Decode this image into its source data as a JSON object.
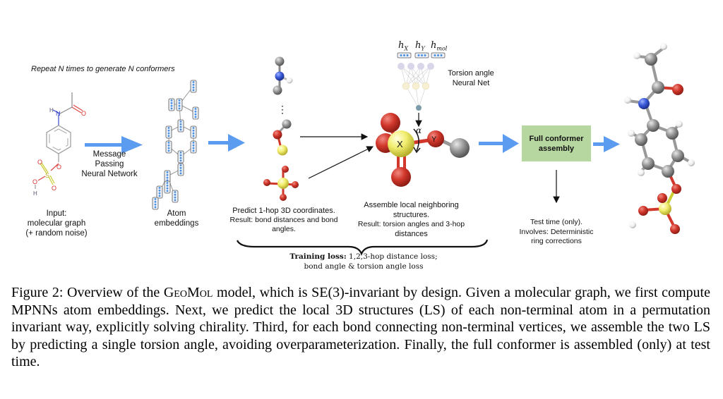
{
  "figure": {
    "repeat_note": "Repeat N times to generate N conformers",
    "input": {
      "line1": "Input:",
      "line2": "molecular graph",
      "line3": "(+ random noise)",
      "atom_labels": {
        "N": "N",
        "H_top": "H",
        "O_carbonyl": "O",
        "O_link": "O",
        "S": "S",
        "O_s1": "O",
        "O_s2": "O",
        "O_h": "O",
        "H_bottom": "H"
      }
    },
    "mpnn": {
      "line1": "Message",
      "line2": "Passing",
      "line3": "Neural Network"
    },
    "embeddings": {
      "line1": "Atom",
      "line2": "embeddings"
    },
    "predict": {
      "line1": "Predict 1-hop 3D coordinates.",
      "line2": "Result: bond distances and bond",
      "line3": "angles.",
      "ellipsis": "⋮"
    },
    "torsion_net": {
      "inputs": [
        {
          "symbol": "h",
          "sub": "X"
        },
        {
          "symbol": "h",
          "sub": "Y"
        },
        {
          "symbol": "h",
          "sub": "mol"
        }
      ],
      "label_line1": "Torsion angle",
      "label_line2": "Neural Net",
      "alpha": "α"
    },
    "assemble": {
      "atom_x": "X",
      "atom_y": "Y",
      "line1": "Assemble local neighboring",
      "line2": "structures.",
      "line3": "Result: torsion angles and 3-hop",
      "line4": "distances"
    },
    "full_assembly": {
      "box_line1": "Full conformer",
      "box_line2": "assembly",
      "note_line1": "Test time (only).",
      "note_line2": "Involves: Deterministic",
      "note_line3": "ring corrections"
    },
    "training_loss": {
      "bold": "Training loss:",
      "rest1": " 1,2,3-hop distance loss;",
      "line2": "bond angle & torsion angle loss"
    },
    "colors": {
      "arrow_blue": "#5b9cf0",
      "box_green": "#b7d7a0",
      "oxygen_red": "#d2372c",
      "sulfur_yellow": "#f2ee6e",
      "nitrogen_blue": "#3a5bd9",
      "carbon_gray": "#9a9a9a",
      "hydrogen_white": "#f4f4f4",
      "embed_blue": "#4a90e2",
      "nn_input_purple": "#d9d6ea",
      "nn_hidden_yellow": "#f6efd3",
      "nn_output_teal": "#7b9ca6"
    }
  },
  "caption": {
    "prefix": "Figure 2: Overview of the ",
    "model_name": "GeoMol",
    "text": " model, which is SE(3)-invariant by design. Given a molecular graph, we first compute MPNNs atom embeddings. Next, we predict the local 3D structures (LS) of each non-terminal atom in a permutation invariant way, explicitly solving chirality. Third, for each bond connecting non-terminal vertices, we assemble the two LS by predicting a single torsion angle, avoiding overparameterization. Finally, the full conformer is assembled (only) at test time."
  }
}
